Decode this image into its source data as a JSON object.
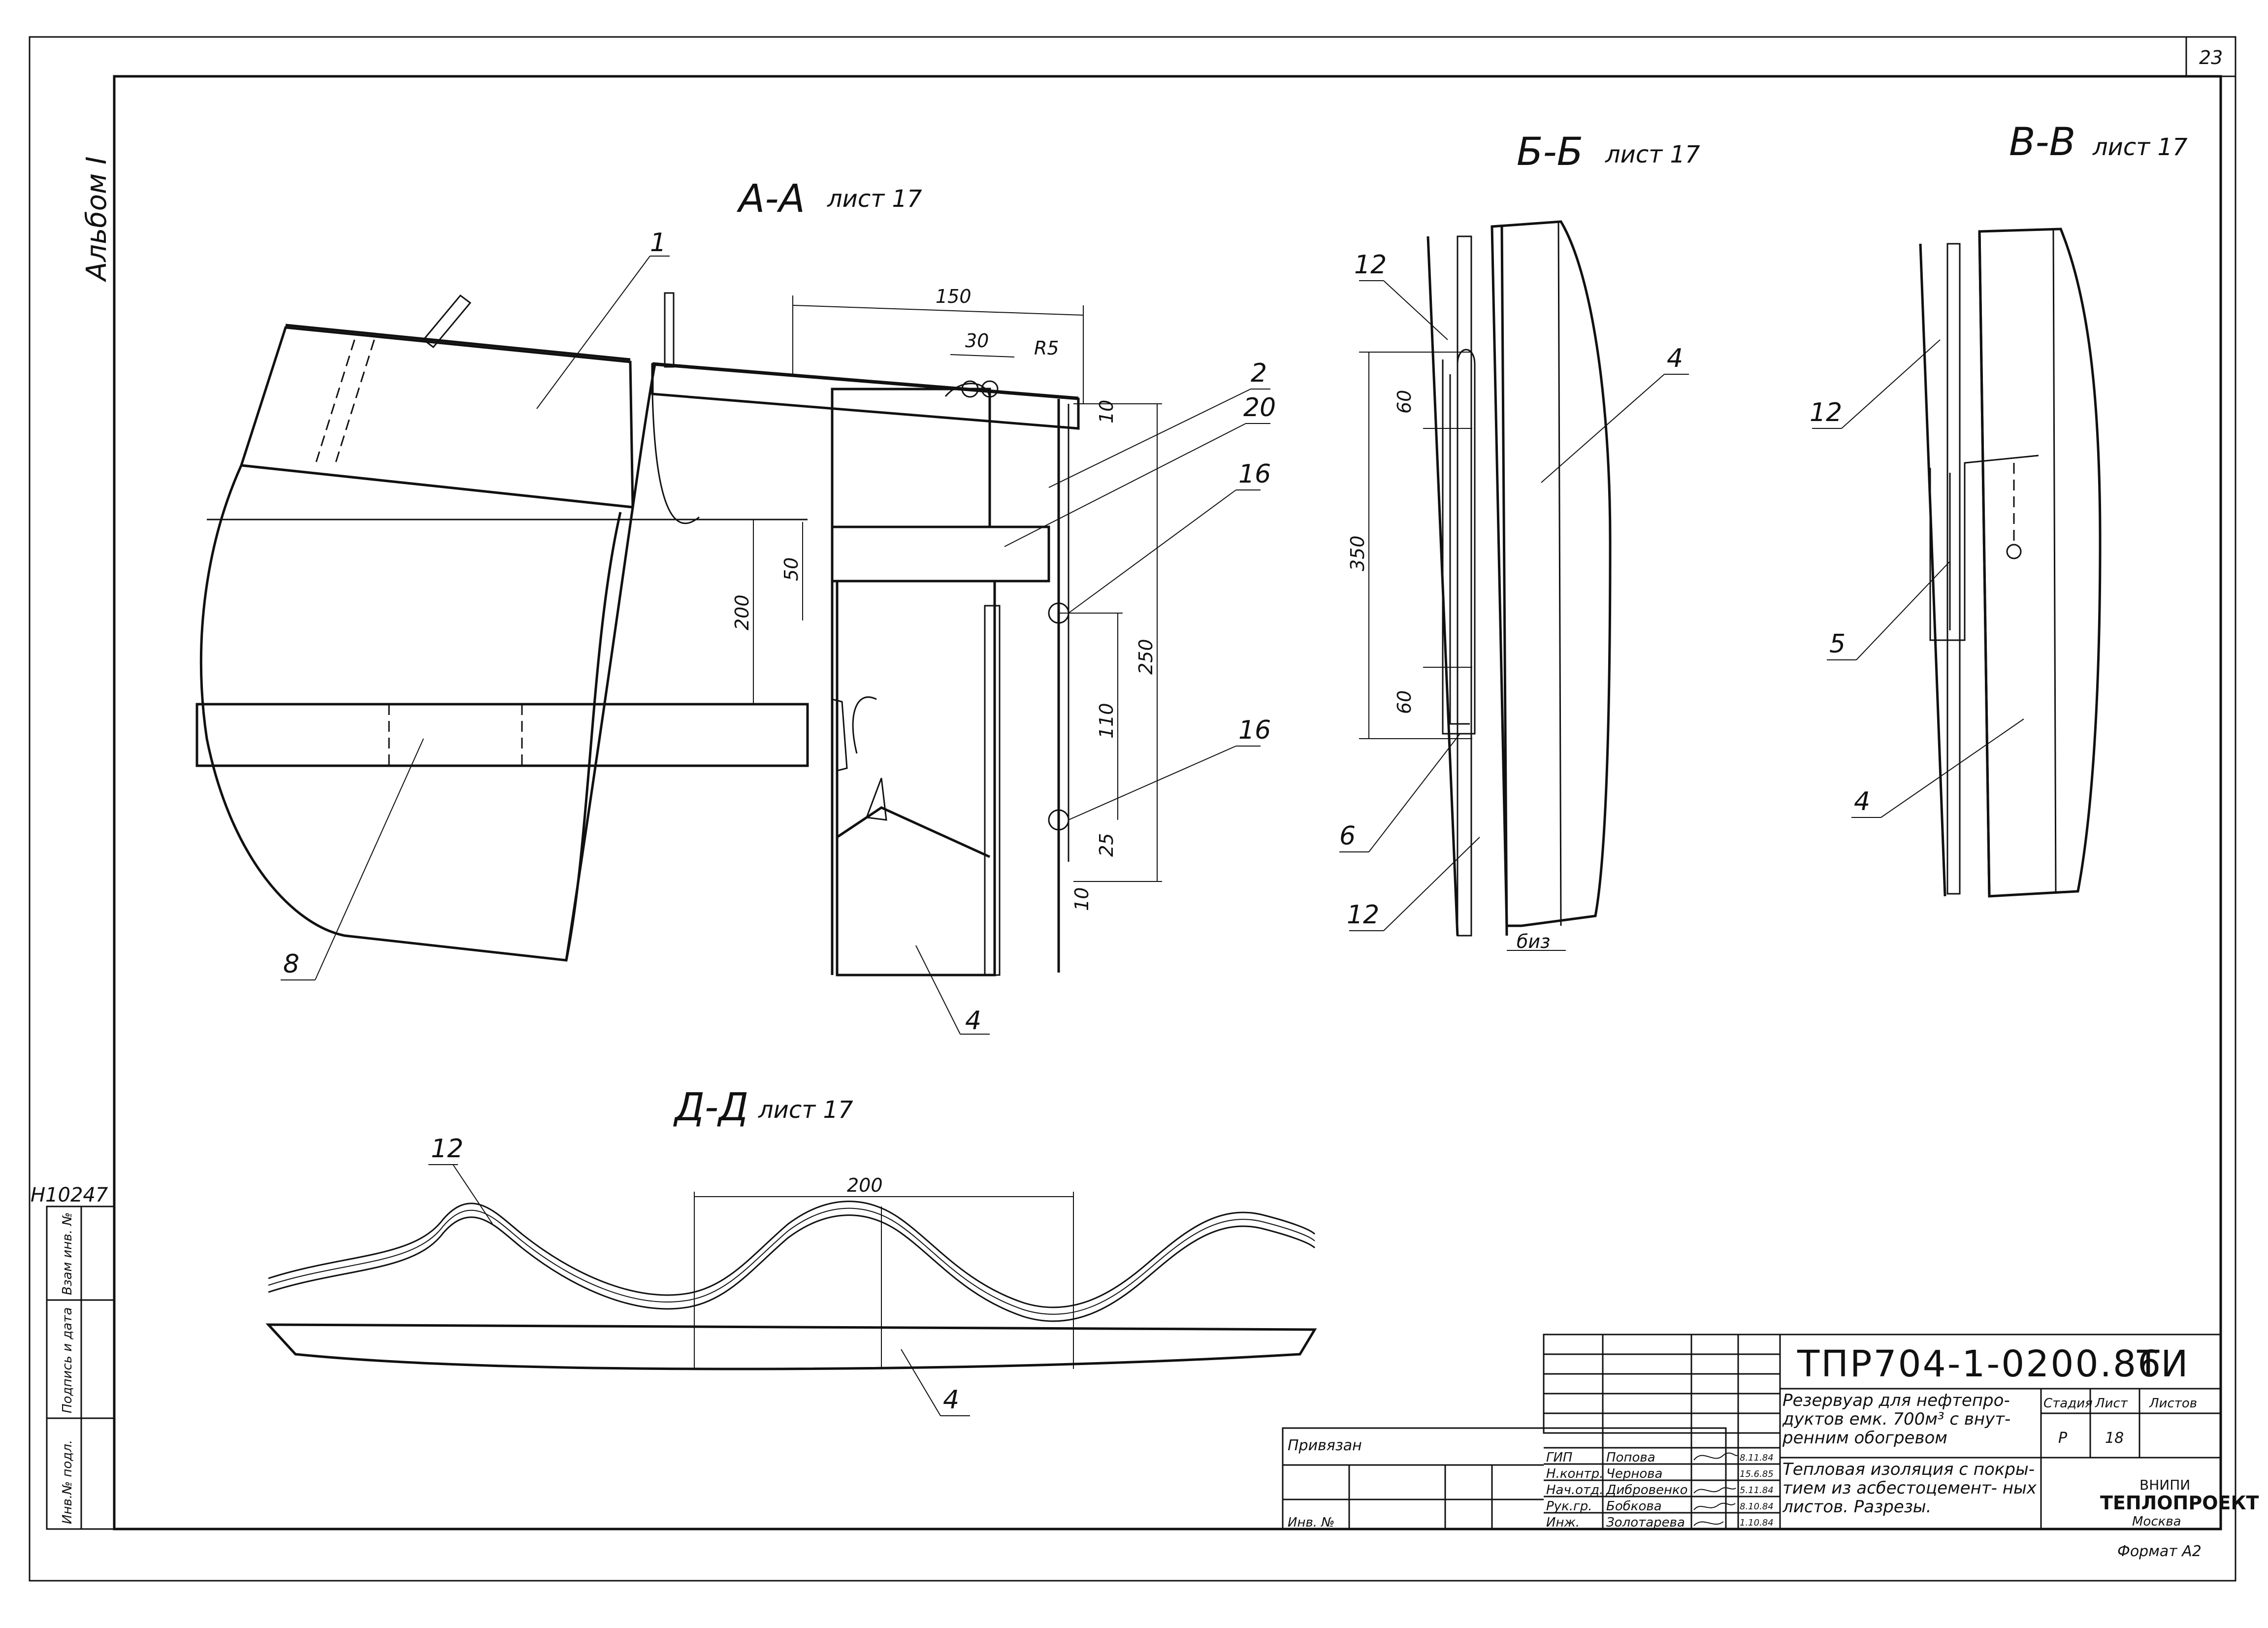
{
  "sheet_number": "23",
  "album": "Альбом I",
  "archive_number": "Н10247",
  "side_stamp": {
    "inv_podl": "Инв.№ подл.",
    "podpis": "Подпись и дата",
    "vzam": "Взам инв. №"
  },
  "sections": {
    "aa": {
      "title": "А-А",
      "sheet_ref": "лист 17"
    },
    "bb": {
      "title": "Б-Б",
      "sheet_ref": "лист 17"
    },
    "vv": {
      "title": "В-В",
      "sheet_ref": "лист 17"
    },
    "dd": {
      "title": "Д-Д",
      "sheet_ref": "лист 17"
    }
  },
  "callouts": {
    "aa": [
      "1",
      "2",
      "20",
      "16",
      "16",
      "8",
      "4"
    ],
    "bb": [
      "12",
      "4",
      "6",
      "12"
    ],
    "vv": [
      "12",
      "5",
      "4"
    ],
    "dd": [
      "12",
      "4"
    ]
  },
  "dimensions": {
    "aa": [
      "150",
      "30",
      "R5",
      "10",
      "50",
      "200",
      "250",
      "110",
      "25",
      "10"
    ],
    "bb": [
      "60",
      "350",
      "60",
      "биз"
    ],
    "dd": [
      "200"
    ]
  },
  "title_block": {
    "code": "ТПР704-1-0200.86",
    "doc_type": "ТИ",
    "object_name": "Резервуар для нефтепро- дуктов емк. 700м³ с внут- ренним обогревом",
    "sheet_title": "Тепловая изоляция с покры- тием из асбестоцемент- ных листов. Разрезы.",
    "privyazan": "Привязан",
    "inv_no": "Инв. №",
    "stage_header": "Стадия",
    "sheet_header": "Лист",
    "sheets_header": "Листов",
    "stage": "Р",
    "sheet": "18",
    "org_line1": "ВНИПИ",
    "org_line2": "ТЕПЛОПРОЕКТ",
    "org_city": "Москва",
    "format": "Формат А2",
    "signatures": [
      {
        "role": "ГИП",
        "name": "Попова",
        "date": "8.11.84"
      },
      {
        "role": "Н.контр.",
        "name": "Чернова",
        "date": "15.6.85"
      },
      {
        "role": "Нач.отд.",
        "name": "Дибровенко",
        "date": "5.11.84"
      },
      {
        "role": "Рук.гр.",
        "name": "Бобкова",
        "date": "8.10.84"
      },
      {
        "role": "Инж.",
        "name": "Золотарева",
        "date": "1.10.84"
      }
    ]
  }
}
